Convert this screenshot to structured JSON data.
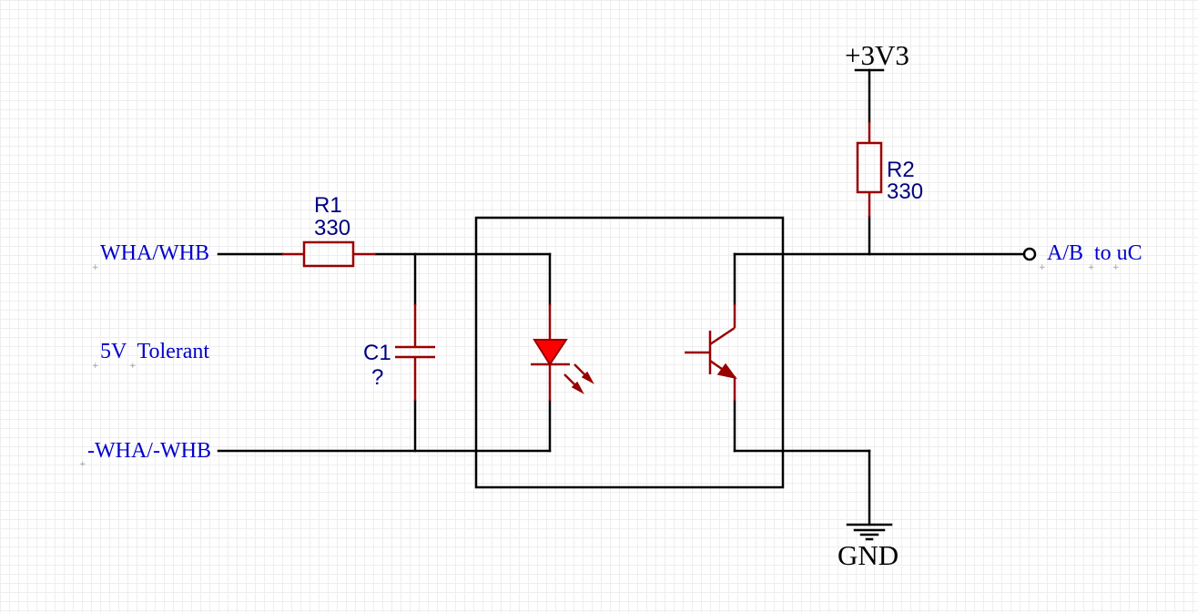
{
  "net_labels": {
    "input_pos": "WHA/WHB",
    "note": "5V  Tolerant",
    "input_neg": "-WHA/-WHB",
    "output": "A/B  to uC"
  },
  "components": {
    "r1": {
      "ref": "R1",
      "value": "330"
    },
    "r2": {
      "ref": "R2",
      "value": "330"
    },
    "c1": {
      "ref": "C1",
      "value": "?"
    }
  },
  "power": {
    "supply": "+3V3",
    "ground": "GND"
  },
  "colors": {
    "wire": "#000000",
    "component": "#990000",
    "led": "#ff0000",
    "net_label": "#0000cc",
    "ref_label": "#000080"
  }
}
